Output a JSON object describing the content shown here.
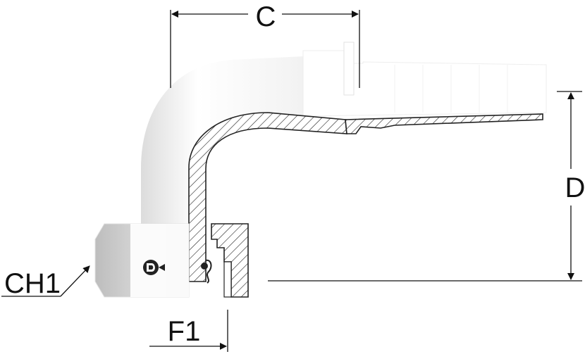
{
  "labels": {
    "c": "C",
    "d": "D",
    "ch1": "CH1",
    "f1": "F1"
  },
  "icons": {
    "brand_logo": "dunlop-d-logo-icon"
  },
  "colors": {
    "line": "#111111",
    "body": "#ffffff",
    "shade": "#e6e6e6",
    "nut_face": "#cfcfcf",
    "logo": "#222222"
  }
}
